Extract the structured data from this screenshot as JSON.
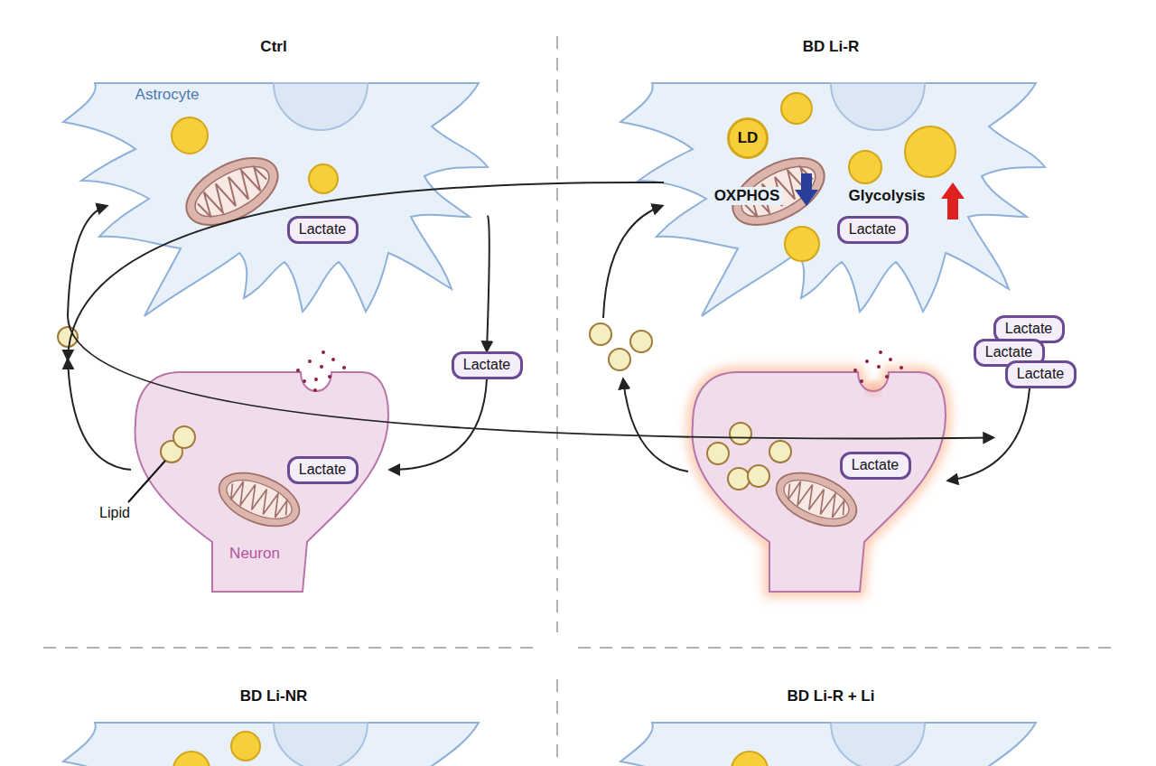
{
  "diagram": {
    "nodes": [
      {
        "text": [
          "Astrocyte"
        ]
      },
      {
        "text": [
          "Lactate"
        ],
        "in": 0
      },
      {
        "text": [
          "Lactate"
        ]
      },
      {
        "text": [
          "Neuron"
        ]
      },
      {
        "text": [
          "Lactate"
        ],
        "in": 3
      },
      {
        "text": [
          "OXPHOS",
          "Glycolysis"
        ]
      },
      {
        "text": [
          "LD"
        ],
        "in": 5
      },
      {
        "text": [
          "Lactate"
        ],
        "in": 5
      },
      {
        "text": [
          "Lactate"
        ]
      },
      {
        "text": [
          "Lactate"
        ]
      },
      {
        "text": [
          "Lactate"
        ]
      },
      {
        "text": [
          "Lactate"
        ]
      }
    ],
    "edges": [
      {
        "from": 0,
        "to": 2,
        "arrow": "to"
      },
      {
        "from": 2,
        "to": 3,
        "arrow": "to"
      },
      {
        "from": 3,
        "to": 0,
        "arrow": "to"
      },
      {
        "from": 5,
        "to": 8,
        "arrow": "to"
      }
    ],
    "labels": [
      "Ctrl",
      "BD Li-R",
      "Lipid",
      "BD Li-NR",
      "BD Li-R + Li"
    ]
  }
}
